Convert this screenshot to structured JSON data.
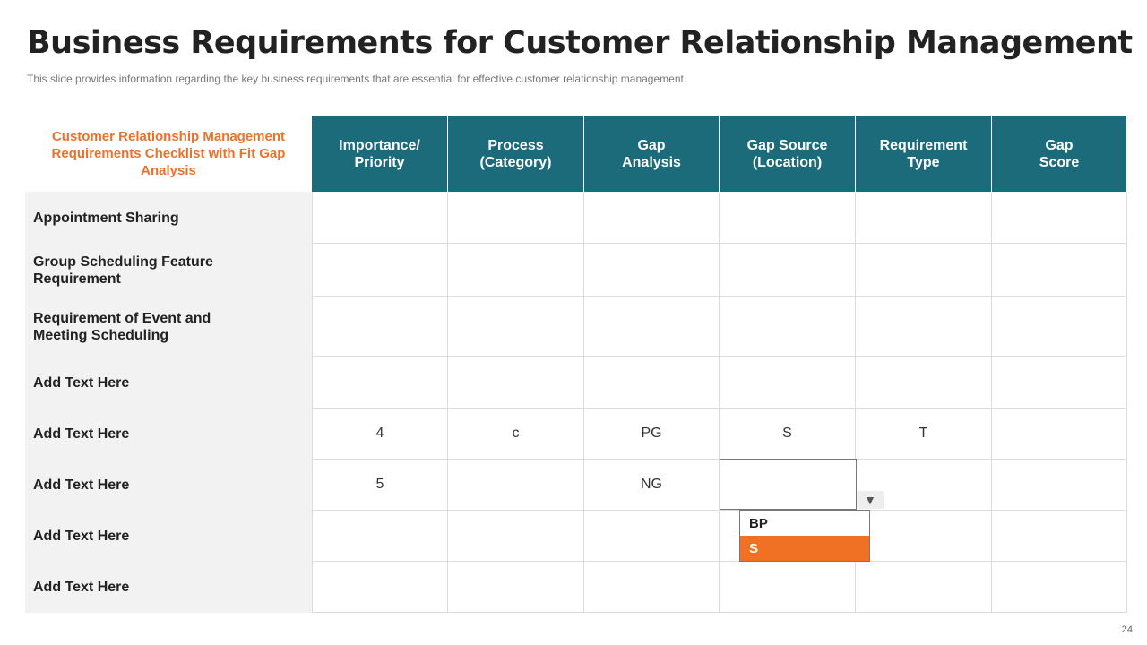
{
  "title": "Business Requirements for Customer Relationship Management",
  "subtitle": "This slide provides  information  regarding  the key business requirements  that are essential for effective  customer relationship  management.",
  "table": {
    "corner": "Customer Relationship Management Requirements Checklist with Fit Gap Analysis",
    "headers": [
      "Importance/\nPriority",
      "Process\n(Category)",
      "Gap\nAnalysis",
      "Gap Source\n(Location)",
      "Requirement\nType",
      "Gap\nScore"
    ],
    "rows": [
      {
        "label": "Appointment Sharing",
        "cells": [
          "",
          "",
          "",
          "",
          "",
          ""
        ]
      },
      {
        "label": "Group Scheduling Feature\nRequirement",
        "cells": [
          "",
          "",
          "",
          "",
          "",
          ""
        ]
      },
      {
        "label": "Requirement of Event and\nMeeting Scheduling",
        "cells": [
          "",
          "",
          "",
          "",
          "",
          ""
        ]
      },
      {
        "label": "Add Text Here",
        "cells": [
          "",
          "",
          "",
          "",
          "",
          ""
        ]
      },
      {
        "label": "Add Text Here",
        "cells": [
          "4",
          "c",
          "PG",
          "S",
          "T",
          ""
        ]
      },
      {
        "label": "Add Text Here",
        "cells": [
          "5",
          "",
          "NG",
          "",
          "",
          ""
        ]
      },
      {
        "label": "Add Text Here",
        "cells": [
          "",
          "",
          "",
          "",
          "",
          ""
        ]
      },
      {
        "label": "Add Text Here",
        "cells": [
          "",
          "",
          "",
          "",
          "",
          ""
        ]
      }
    ]
  },
  "dropdown": {
    "value": "",
    "options": [
      "BP",
      "S"
    ],
    "selected": "S",
    "icon": "triangle-down-icon"
  },
  "colors": {
    "header": "#1b6b7b",
    "accent": "#e8732e",
    "selected": "#f07124"
  },
  "page_number": "24"
}
